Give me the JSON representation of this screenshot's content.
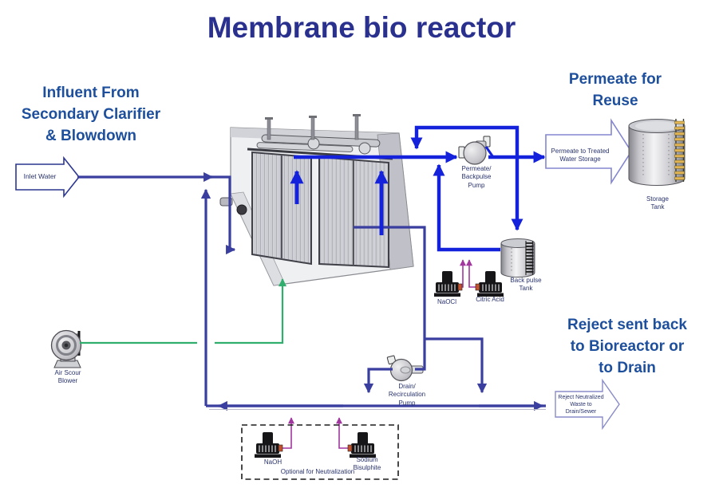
{
  "title": "Membrane bio reactor",
  "headings": {
    "influent": "Influent From\nSecondary Clarifier\n& Blowdown",
    "permeate": "Permeate for\nReuse",
    "reject": "Reject sent back\nto Bioreactor or\nto Drain"
  },
  "flow_arrows": {
    "inlet": "Inlet Water",
    "permeate_out": "Permeate to Treated\nWater Storage",
    "reject_out": "Reject Neutralized\nWaste to Drain/Sewer"
  },
  "equipment": {
    "storage_tank": "Storage\nTank",
    "backpulse_tank": "Back pulse\nTank",
    "permeate_pump": "Permeate/\nBackpulse\nPump",
    "drain_pump": "Drain/\nRecirculation\nPump",
    "air_blower": "Air Scour\nBlower",
    "naocl": "NaOCl",
    "citric_acid": "Citric Acid",
    "naoh": "NaOH",
    "sodium_bisulphite": "Sodium\nBisulphite",
    "optional_box": "Optional for Neutralization"
  },
  "icons": {
    "membrane_tank": "membrane-bioreactor-tank-illustration",
    "storage_tank": "cylindrical-tank-with-ladder",
    "backpulse_tank": "small-cylindrical-tank-with-ladder",
    "centrifugal_pump": "gray-centrifugal-pump",
    "air_blower": "gray-centrifugal-blower",
    "chemical_metering_pump": "black-metering-pump"
  },
  "colors": {
    "title": "#29308e",
    "heading": "#1d4f9c",
    "label": "#29336e",
    "line_blue": "#1522dc",
    "line_indigo": "#3a3f9f",
    "line_green": "#2fae6e",
    "line_magenta": "#a2379f",
    "arrow_outline_light": "#8486cf",
    "arrow_outline_dark": "#2b3690"
  }
}
